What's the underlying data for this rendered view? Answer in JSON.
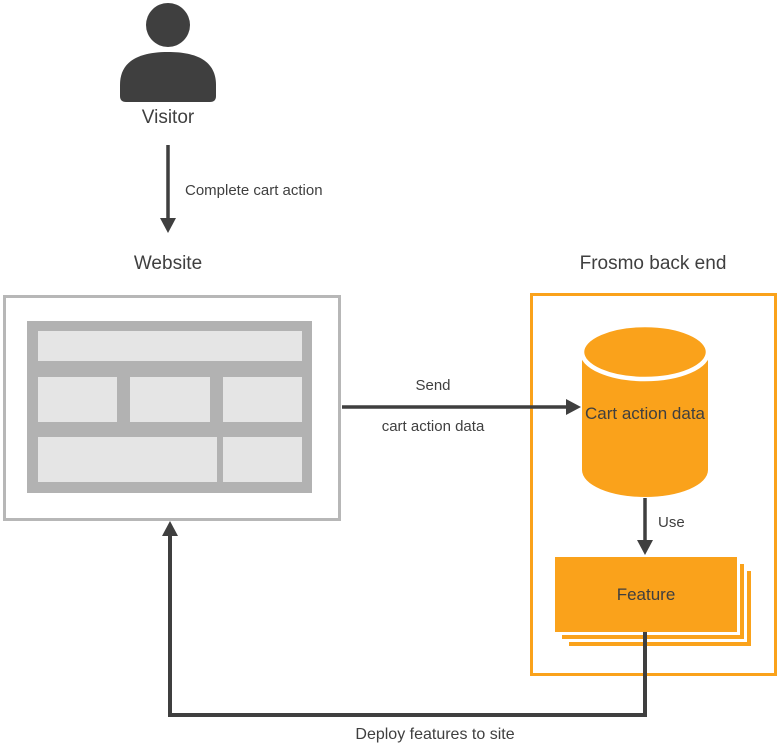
{
  "colors": {
    "orange": "#FAA21B",
    "dark": "#3F3F3F",
    "box-border-gray": "#B7B7B7",
    "wireframe-gray": "#B2B2B2",
    "wireframe-light": "#E5E5E5"
  },
  "nodes": {
    "visitor": {
      "label": "Visitor",
      "icon": "person-icon"
    },
    "website": {
      "label": "Website",
      "icon": "webpage-wireframe-icon"
    },
    "backend": {
      "label": "Frosmo back end",
      "database": {
        "label": "Cart action data",
        "icon": "database-cylinder-icon"
      },
      "feature": {
        "label": "Feature",
        "icon": "stacked-cards-icon"
      }
    }
  },
  "edges": {
    "complete_cart_action": {
      "label": "Complete cart action",
      "from": "visitor",
      "to": "website"
    },
    "send_cart_action_data": {
      "label_line1": "Send",
      "label_line2": "cart action data",
      "from": "website",
      "to": "backend.database"
    },
    "use": {
      "label": "Use",
      "from": "backend.database",
      "to": "backend.feature"
    },
    "deploy": {
      "label": "Deploy features to site",
      "from": "backend.feature",
      "to": "website"
    }
  }
}
